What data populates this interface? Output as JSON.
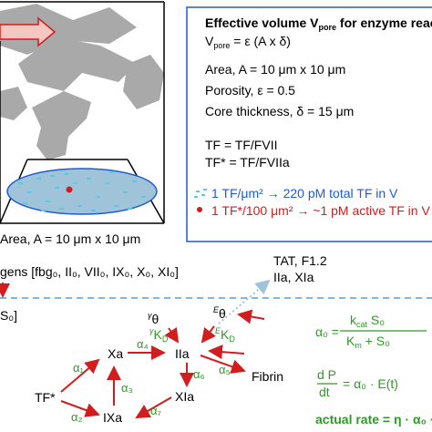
{
  "info_box": {
    "title": "Effective volume V",
    "title_sub": "pore",
    "title_tail": " for enzyme react",
    "vpore_prefix": "V",
    "vpore_sub": "pore",
    "vpore_rhs": "  =  ε (A x δ)",
    "area_line": "Area, A = 10 μm x 10 μm",
    "porosity_line": "Porosity, ε = 0.5",
    "thickness_line": "Core thickness, δ = 15 μm",
    "tf_line": "TF = TF/FVII",
    "tfstar_line": "TF* = TF/FVIIa",
    "legend_blue": "1 TF/μm² → 220 pM total TF in V",
    "legend_red": "1 TF*/100 μm² → ~1 pM active TF in V"
  },
  "illustration": {
    "area_label": "Area, A = 10 μm x 10 μm"
  },
  "zymogens_label": "gens [fbg₀, II₀, VII₀, IX₀, X₀, XI₀]",
  "s0_label": "S₀]",
  "tat_label": "TAT, F1.2",
  "iia_xia_label": "IIa, XIa",
  "nodes": {
    "tfstar": "TF*",
    "xa": "Xa",
    "ixa": "IXa",
    "iia": "IIa",
    "xia": "XIa",
    "fibrin": "Fibrin",
    "gamma_theta": "θ",
    "gamma_k": "K",
    "e_theta": "θ",
    "e_k": "K"
  },
  "rates": {
    "a1": "α₁",
    "a2": "α₂",
    "a3": "α₃",
    "a4": "α₄",
    "a5": "α₅",
    "a6": "α₆",
    "a7": "α₇"
  },
  "equations": {
    "alpha0_lhs": "α₀ =",
    "alpha0_num": "k",
    "alpha0_num_sub": "cat",
    "alpha0_num_tail": " S₀",
    "alpha0_den": "K",
    "alpha0_den_sub": "m",
    "alpha0_den_tail": " + S₀",
    "dp_num": "d P",
    "dp_den": "dt",
    "dp_rhs": "= α₀ · E(t)",
    "actual_rate": "actual rate = η · α₀ ·"
  },
  "colors": {
    "red": "#d11d1d",
    "blue": "#1f5bd1",
    "green": "#2f9a25",
    "gray": "#a9a9a9",
    "dish": "#9fc3d8",
    "dot": "#5bc8e6"
  }
}
